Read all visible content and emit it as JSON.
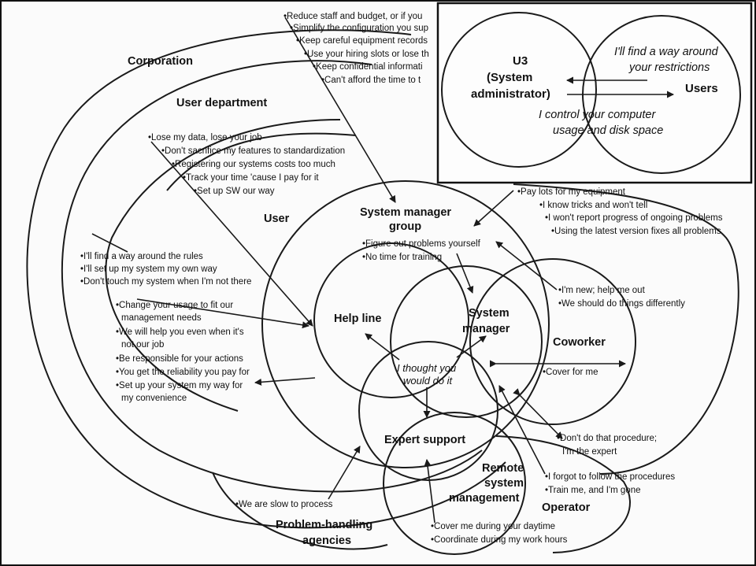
{
  "labels": {
    "corporation": "Corporation",
    "user_department": "User department",
    "user": "User",
    "system_manager_group_1": "System manager",
    "system_manager_group_2": "group",
    "help_line": "Help line",
    "system_manager_1": "System",
    "system_manager_2": "manager",
    "coworker": "Coworker",
    "expert_support": "Expert support",
    "remote_1": "Remote",
    "remote_2": "system",
    "remote_3": "management",
    "operator": "Operator",
    "agencies_1": "Problem-handling",
    "agencies_2": "agencies",
    "center_1": "I thought you",
    "center_2": "would do it"
  },
  "inset": {
    "admin_1": "U3",
    "admin_2": "(System",
    "admin_3": "administrator)",
    "users": "Users",
    "quote_users_1": "I'll find a way around",
    "quote_users_2": "your restrictions",
    "quote_admin_1": "I control your computer",
    "quote_admin_2": "usage and disk space"
  },
  "corporation_items": [
    "Reduce staff and budget, or if you",
    "Simplify the configuration you sup",
    "Keep careful equipment records",
    "Use your hiring slots or lose th",
    "Keep confidential informati",
    "Can't afford the time to t"
  ],
  "department_items": [
    "Lose my data, lose your job",
    "Don't sacrifice my features to standardization",
    "Registering our systems costs too much",
    "Track your time 'cause I pay for it",
    "Set up SW our way"
  ],
  "user_items": [
    "I'll find a way around the rules",
    "I'll set up my system my own way",
    "Don't touch my system when I'm not there"
  ],
  "management_items": [
    "Change your usage to fit our",
    "management needs",
    "We will help you even when it's",
    "not our job",
    "Be responsible for your actions",
    "You get the reliability you pay for",
    "Set up your system my way for",
    "my convenience"
  ],
  "group_items": [
    "Figure out problems yourself",
    "No time for training"
  ],
  "equipment_items": [
    "Pay lots for my equipment",
    "I know tricks and won't tell",
    "I won't report progress of ongoing problems",
    "Using the latest version fixes all problems"
  ],
  "newcomer_items": [
    "I'm new; help me out",
    "We should do things differently"
  ],
  "coworker_items": [
    "Cover for me"
  ],
  "expert_items": [
    "Don't do that procedure;",
    "I'm the expert"
  ],
  "operator_items": [
    "I forgot to follow the procedures",
    "Train me, and I'm gone"
  ],
  "remote_items": [
    "Cover me during your daytime",
    "Coordinate during my work hours"
  ],
  "agency_items": [
    "We are slow to process"
  ]
}
